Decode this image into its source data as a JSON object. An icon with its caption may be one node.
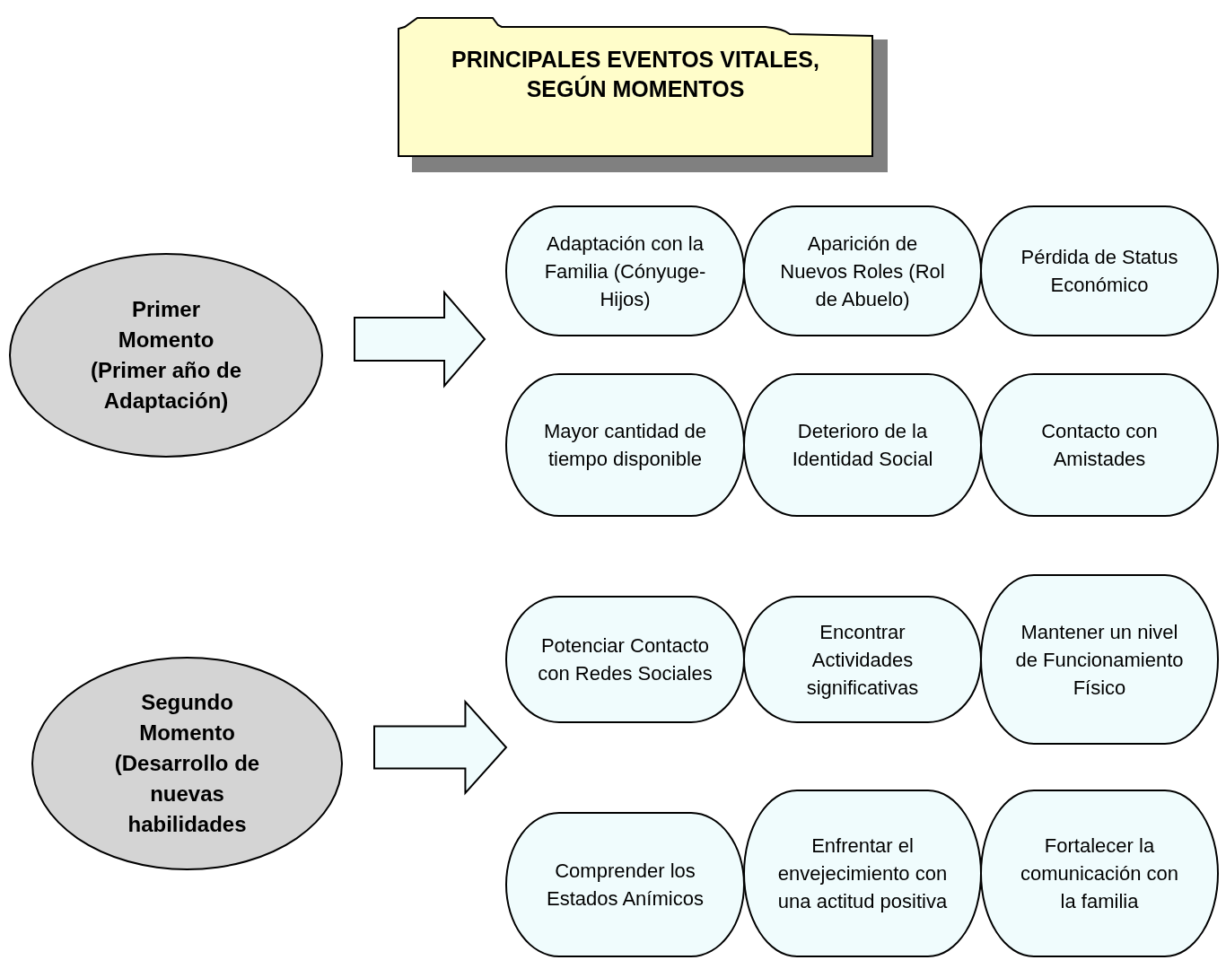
{
  "diagram": {
    "title": "PRINCIPALES EVENTOS VITALES, SEGÚN MOMENTOS",
    "nodes": [
      {
        "text": [
          "Primer Momento (Primer año de Adaptación)"
        ]
      },
      {
        "text": [
          "Adaptación con la Familia (Cónyuge- Hijos)"
        ]
      },
      {
        "text": [
          "Aparición de Nuevos Roles (Rol de Abuelo)"
        ]
      },
      {
        "text": [
          "Pérdida de Status Económico"
        ]
      },
      {
        "text": [
          "Mayor cantidad de tiempo disponible"
        ]
      },
      {
        "text": [
          "Deterioro de la Identidad Social"
        ]
      },
      {
        "text": [
          "Contacto con Amistades"
        ]
      },
      {
        "text": [
          "Segundo Momento (Desarrollo de nuevas habilidades"
        ]
      },
      {
        "text": [
          "Potenciar Contacto con Redes Sociales"
        ]
      },
      {
        "text": [
          "Encontrar Actividades significativas"
        ]
      },
      {
        "text": [
          "Mantener un nivel de Funcionamiento Físico"
        ]
      },
      {
        "text": [
          "Comprender los Estados Anímicos"
        ]
      },
      {
        "text": [
          "Enfrentar el envejecimiento con una actitud positiva"
        ]
      },
      {
        "text": [
          "Fortalecer la comunicación con la familia"
        ]
      }
    ],
    "edges": [
      {
        "from": 0,
        "to": null,
        "arrow": "to",
        "style": "thick"
      },
      {
        "from": 7,
        "to": null,
        "arrow": "to",
        "style": "thick"
      }
    ]
  }
}
